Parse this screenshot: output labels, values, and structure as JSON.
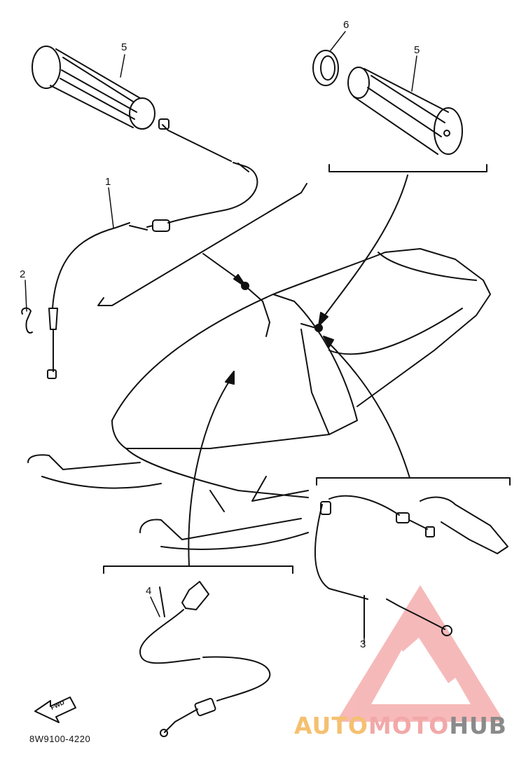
{
  "callouts": {
    "c1": "1",
    "c2": "2",
    "c3": "3",
    "c4": "4",
    "c5a": "5",
    "c5b": "5",
    "c6": "6"
  },
  "fwd_label": "FWD",
  "drawing_code": "8W9100-4220",
  "watermark": {
    "part1": "AUTO",
    "part2": "MOTO",
    "part3": "HUB",
    "color1": "#f5c070",
    "color2": "#f2a8a8",
    "color3": "#8a8a8a",
    "triangle_color": "#f08080"
  },
  "colors": {
    "line": "#111111",
    "background": "#ffffff"
  }
}
